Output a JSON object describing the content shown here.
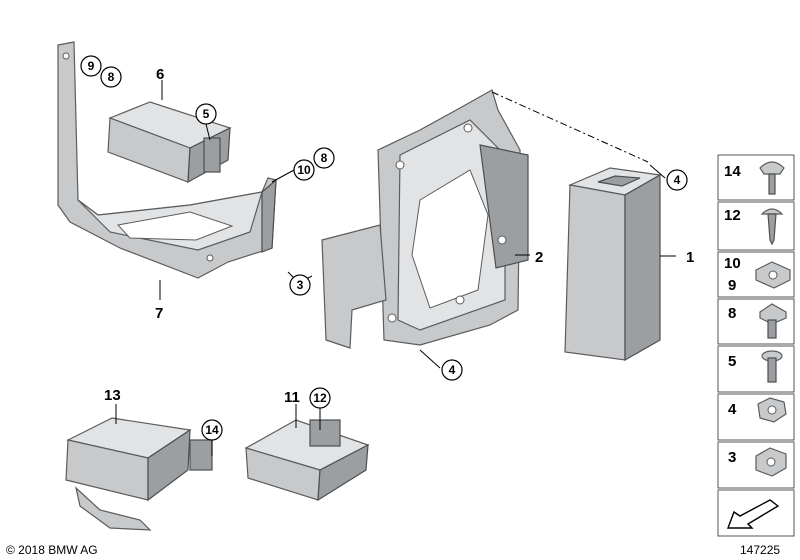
{
  "callouts": {
    "p1": "1",
    "p2": "2",
    "p3": "3",
    "p4a": "4",
    "p4b": "4",
    "p5": "5",
    "p6": "6",
    "p7": "7",
    "p8a": "8",
    "p8b": "8",
    "p9": "9",
    "p10": "10",
    "p11": "11",
    "p12": "12",
    "p13": "13",
    "p14": "14"
  },
  "legend": [
    {
      "label": "14"
    },
    {
      "label": "12"
    },
    {
      "label": "10"
    },
    {
      "label": "9"
    },
    {
      "label": "8"
    },
    {
      "label": "5"
    },
    {
      "label": "4"
    },
    {
      "label": "3"
    }
  ],
  "footer": {
    "copyright": "© 2018 BMW AG",
    "diagram_number": "147225"
  }
}
